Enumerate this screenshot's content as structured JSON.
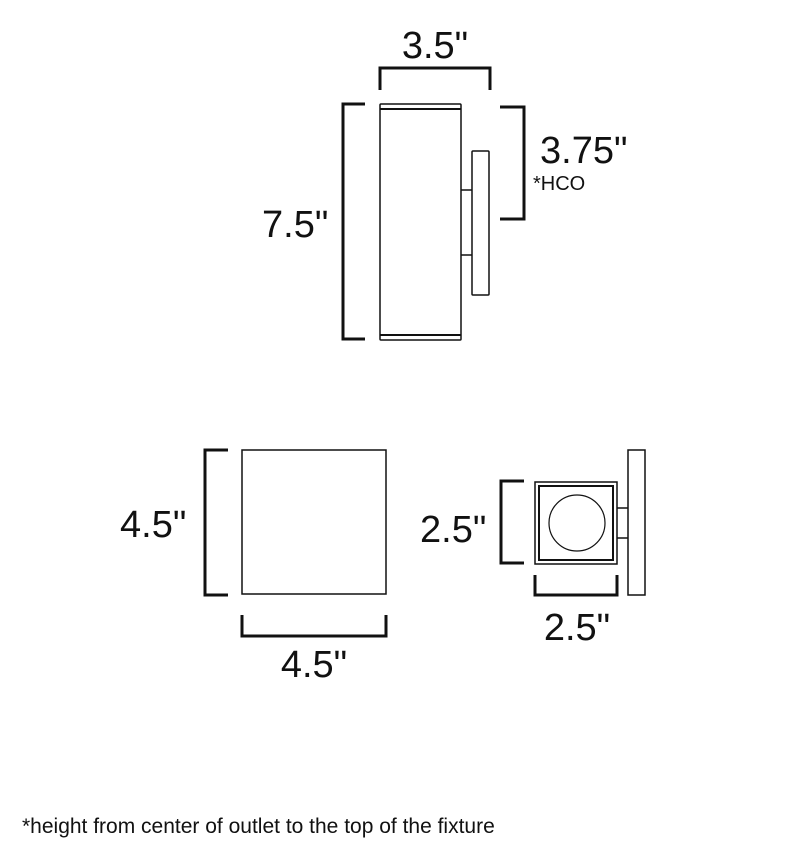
{
  "front_view": {
    "width_label": "3.5\"",
    "height_label": "7.5\"",
    "hco_label": "3.75\"",
    "hco_note": "*HCO"
  },
  "top_view": {
    "height_label": "4.5\"",
    "width_label": "4.5\""
  },
  "side_view": {
    "height_label": "2.5\"",
    "width_label": "2.5\""
  },
  "footnote": "*height from center of outlet to the top of the fixture"
}
